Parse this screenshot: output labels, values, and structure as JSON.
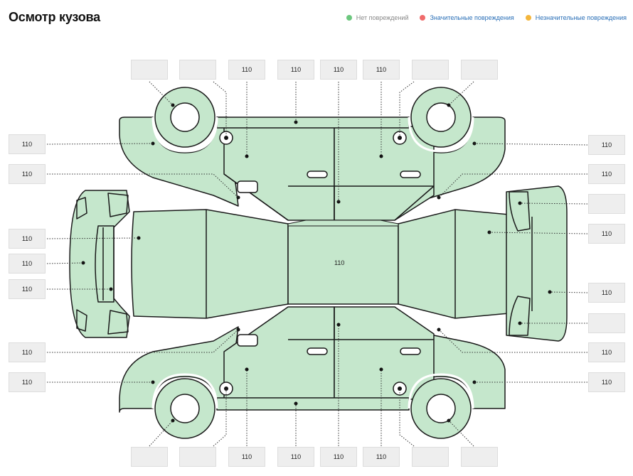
{
  "title": "Осмотр кузова",
  "legend": [
    {
      "key": "none",
      "label": "Нет повреждений",
      "color": "#6cc77e"
    },
    {
      "key": "major",
      "label": "Значительные повреждения",
      "color": "#f06b6b"
    },
    {
      "key": "minor",
      "label": "Незначительные повреждения",
      "color": "#f4b63c"
    }
  ],
  "panel_fill": "#c5e7cc",
  "roof_value": "110",
  "top_boxes": [
    "",
    "",
    "110",
    "110",
    "110",
    "110",
    "",
    ""
  ],
  "bottom_boxes": [
    "",
    "",
    "110",
    "110",
    "110",
    "110",
    "",
    ""
  ],
  "left_boxes": [
    "110",
    "110",
    "110",
    "110",
    "110",
    "110",
    "110"
  ],
  "right_boxes": [
    "110",
    "110",
    "",
    "110",
    "110",
    "",
    "110",
    "110"
  ]
}
